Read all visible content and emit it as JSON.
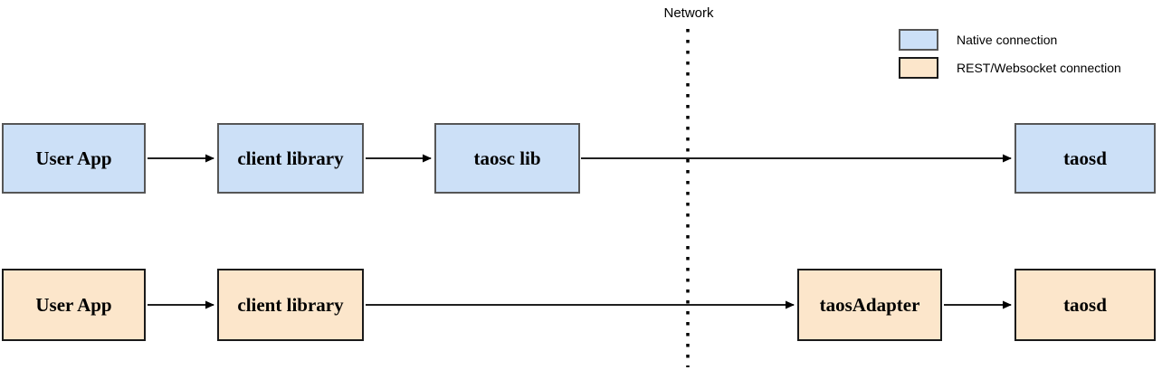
{
  "colors": {
    "native_fill": "#cce0f7",
    "native_border": "#565656",
    "rest_fill": "#fce6cb",
    "rest_border": "#1a1a1a",
    "arrow_color": "#000000",
    "text_color": "#000000"
  },
  "network_label": "Network",
  "legend": {
    "items": [
      {
        "swatch": "native",
        "label": "Native connection"
      },
      {
        "swatch": "rest",
        "label": "REST/Websocket connection"
      }
    ]
  },
  "rows": [
    {
      "name": "native-connection-row",
      "nodes": [
        {
          "label": "User App"
        },
        {
          "label": "client library"
        },
        {
          "label": "taosc lib"
        },
        {
          "label": "taosd"
        }
      ]
    },
    {
      "name": "rest-websocket-connection-row",
      "nodes": [
        {
          "label": "User App"
        },
        {
          "label": "client library"
        },
        {
          "label": "taosAdapter"
        },
        {
          "label": "taosd"
        }
      ]
    }
  ]
}
